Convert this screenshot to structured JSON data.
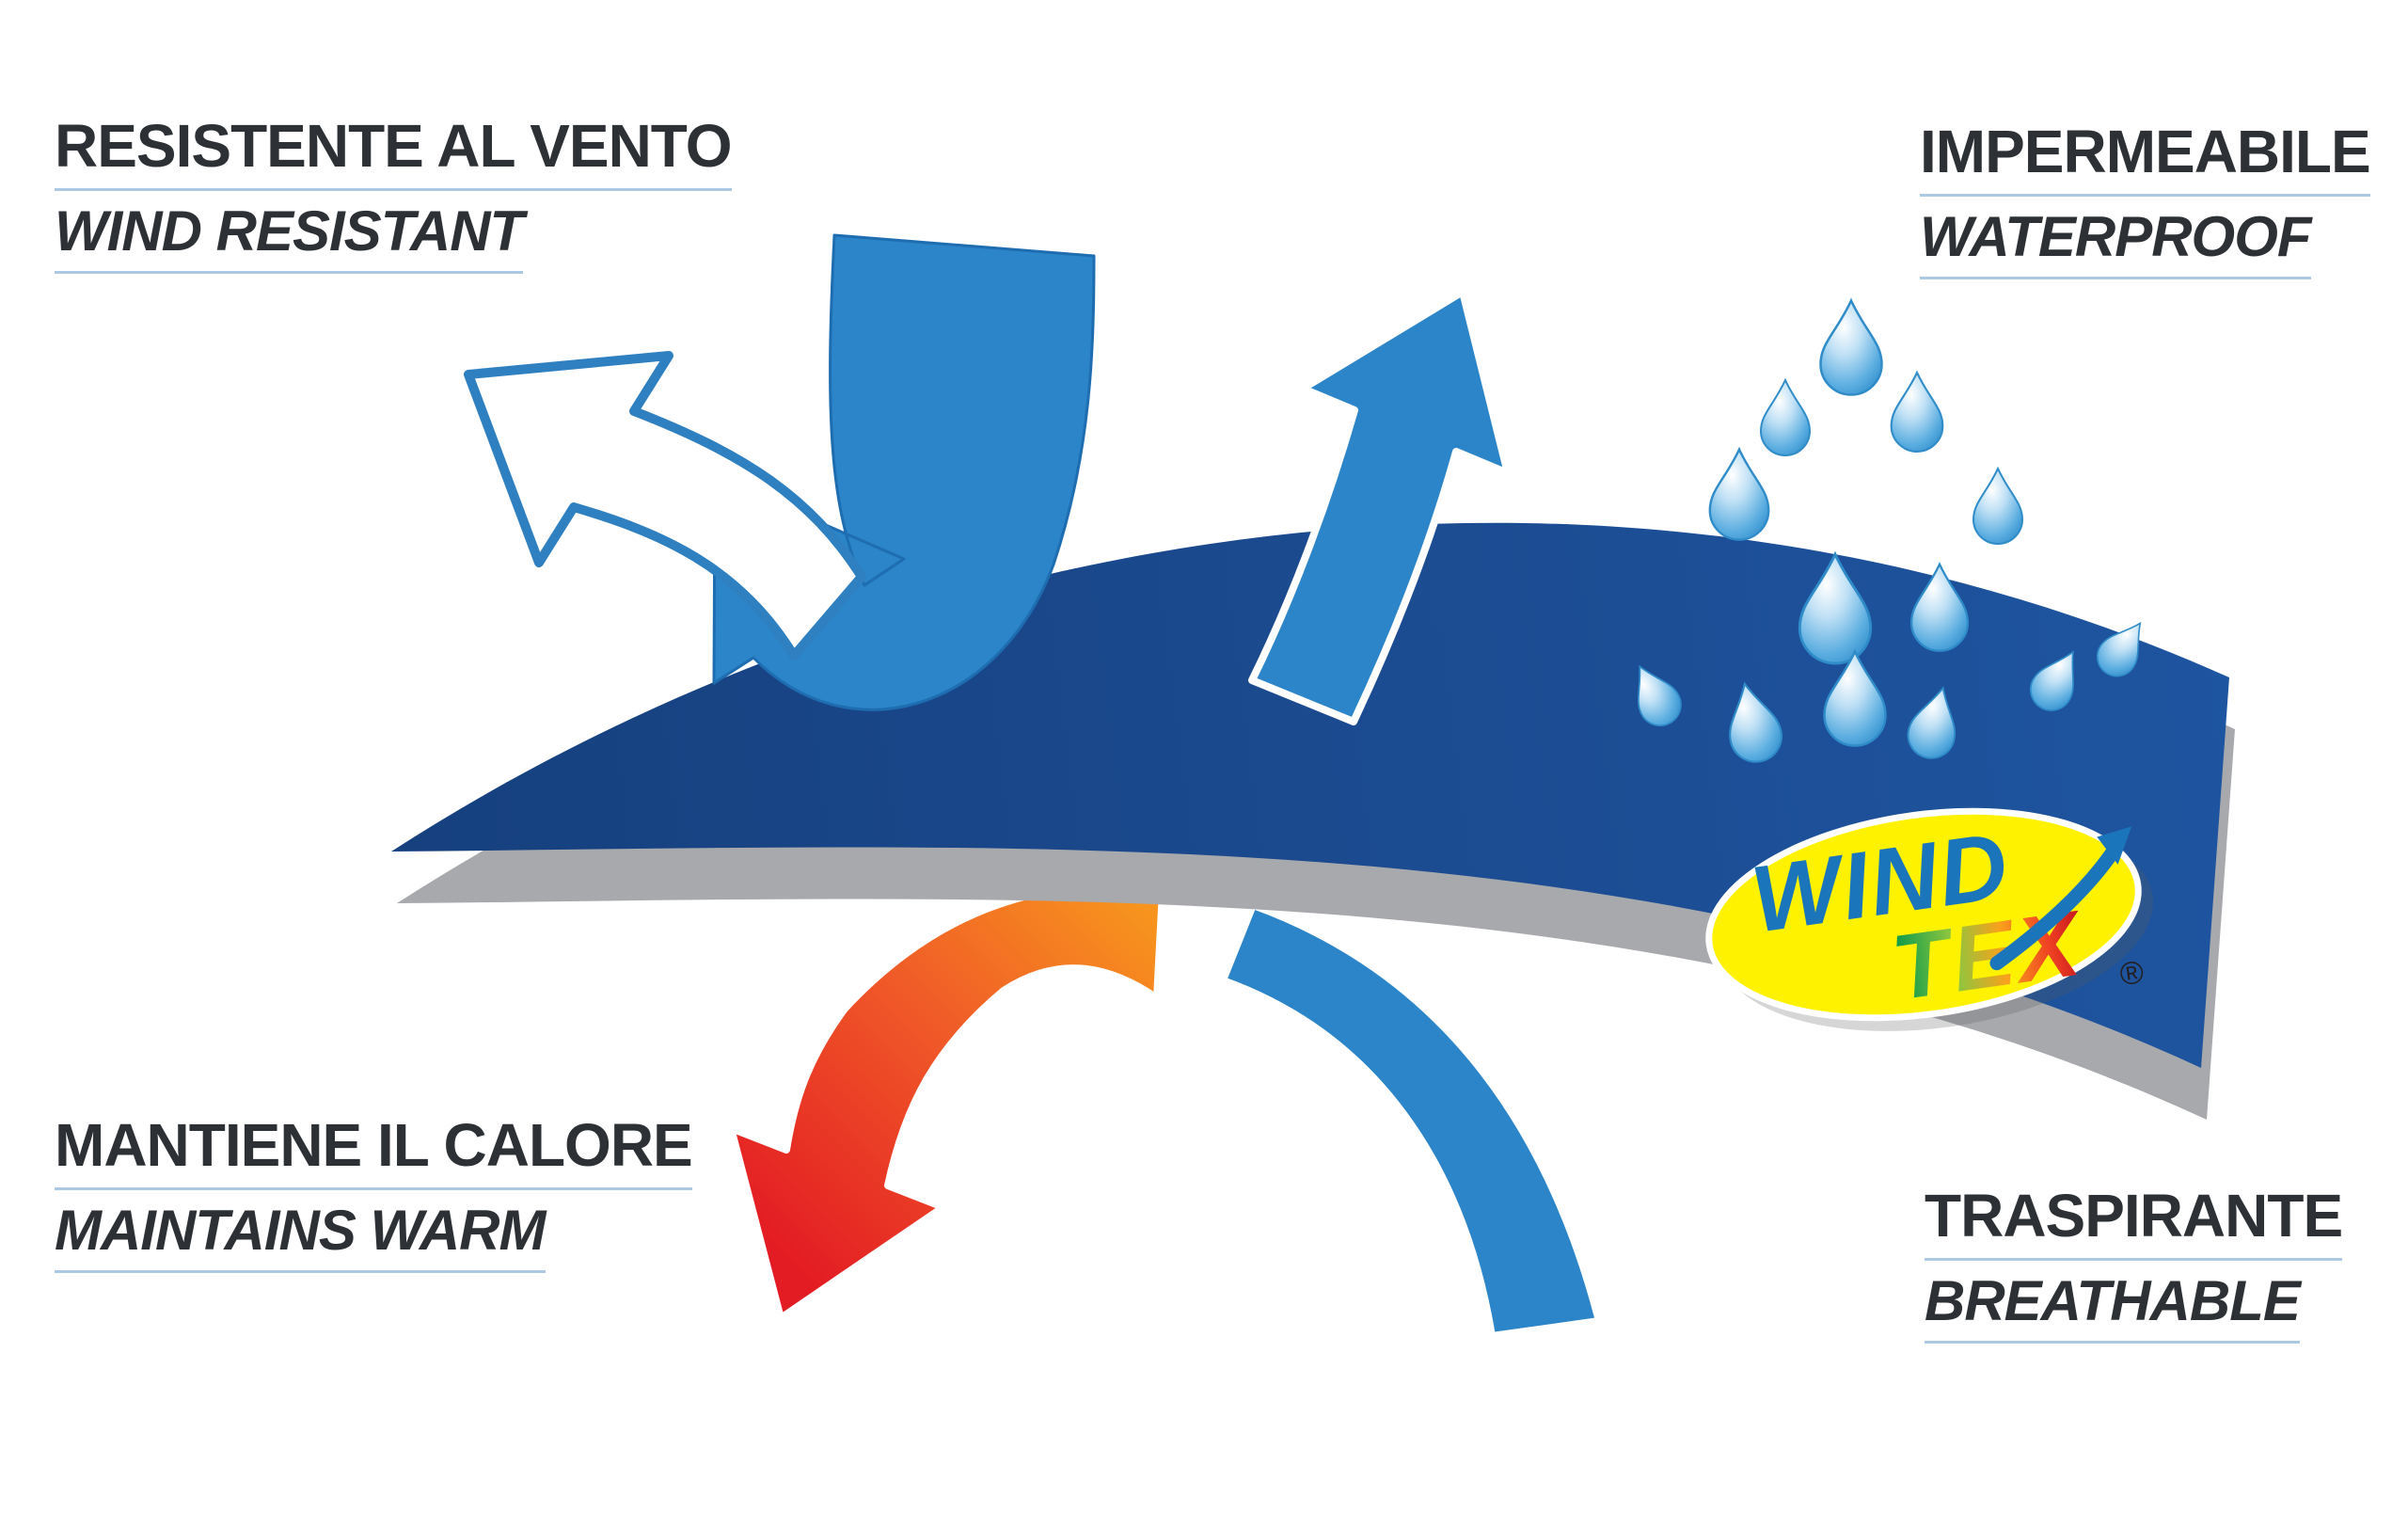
{
  "labels": {
    "top_left": {
      "it": "RESISTENTE AL VENTO",
      "en": "WIND RESISTANT"
    },
    "top_right": {
      "it": "IMPERMEABILE",
      "en": "WATERPROOF"
    },
    "bottom_left": {
      "it": "MANTIENE IL CALORE",
      "en": "MAINTAINS WARM"
    },
    "bottom_right": {
      "it": "TRASPIRANTE",
      "en": "BREATHABLE"
    }
  },
  "logo": {
    "line1": "WIND",
    "line2": "TEX",
    "registered": "®"
  },
  "colors": {
    "background": "#ffffff",
    "text": "#2d3135",
    "underline": "#abc9e5",
    "fabric_top": "#1b4a8f",
    "fabric_underside": "#a7a9ac",
    "arrow_blue": "#2b85c8",
    "arrow_outline_blue": "#2f80c0",
    "heat_gradient_start": "#f7941d",
    "heat_gradient_end": "#e31b23",
    "drop_blue": "#3f97d4",
    "logo_yellow": "#fff200",
    "logo_blue": "#1b75bb"
  }
}
